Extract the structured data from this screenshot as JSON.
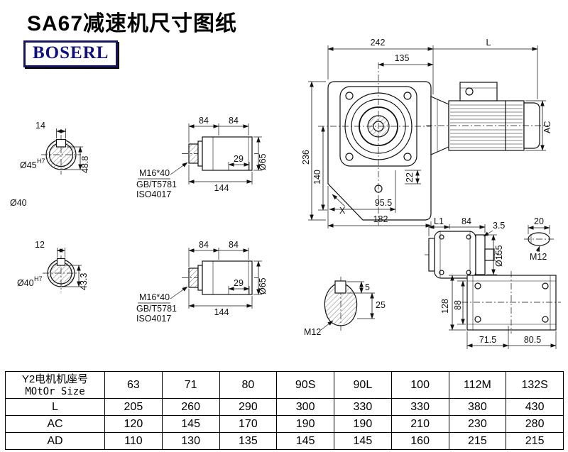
{
  "page": {
    "title": "SA67减速机尺寸图纸",
    "logo": "BOSERL"
  },
  "drawing": {
    "shaft_end_1": {
      "width": "14",
      "height": "48.8",
      "dia": "Ø45",
      "dia_sup": "H7",
      "dia_below": "Ø40"
    },
    "shaft_end_2": {
      "width": "12",
      "height": "43.3",
      "dia": "Ø40",
      "dia_sup": "H7"
    },
    "shaft_side_1": {
      "seg1": "84",
      "seg2": "84",
      "key_len": "29",
      "total_len": "144",
      "dia": "Ø65",
      "bolt": "M16*40",
      "std1": "GB/T5781",
      "std2": "ISO4017"
    },
    "shaft_side_2": {
      "seg1": "84",
      "seg2": "84",
      "key_len": "29",
      "total_len": "144",
      "dia": "Ø65",
      "bolt": "M16*40",
      "std1": "GB/T5781",
      "std2": "ISO4017"
    },
    "main_view": {
      "width": "242",
      "width_inner": "135",
      "motor_len": "L",
      "height": "236",
      "height_inner": "140",
      "step": "22",
      "base1": "95.5",
      "base2": "182",
      "face_mark": "X",
      "motor_height": "AC"
    },
    "side_view": {
      "l1": "L1",
      "len": "84",
      "gap": "3.5",
      "key_width": "20",
      "flange_dia": "Ø155",
      "thread": "M12"
    },
    "key_section": {
      "depth": "5",
      "length": "25",
      "thread": "M12"
    },
    "bottom_view": {
      "height": "128",
      "height_inner": "88",
      "base1": "71.5",
      "base2": "80.5"
    }
  },
  "table": {
    "header_cn": "Y2电机机座号",
    "header_en": "MOtOr Size",
    "columns": [
      "63",
      "71",
      "80",
      "90S",
      "90L",
      "100",
      "112M",
      "132S"
    ],
    "rows": [
      {
        "label": "L",
        "values": [
          "205",
          "260",
          "290",
          "300",
          "330",
          "330",
          "380",
          "430"
        ]
      },
      {
        "label": "AC",
        "values": [
          "120",
          "145",
          "170",
          "190",
          "190",
          "210",
          "230",
          "280"
        ]
      },
      {
        "label": "AD",
        "values": [
          "110",
          "130",
          "135",
          "145",
          "145",
          "160",
          "215",
          "215"
        ]
      }
    ]
  }
}
